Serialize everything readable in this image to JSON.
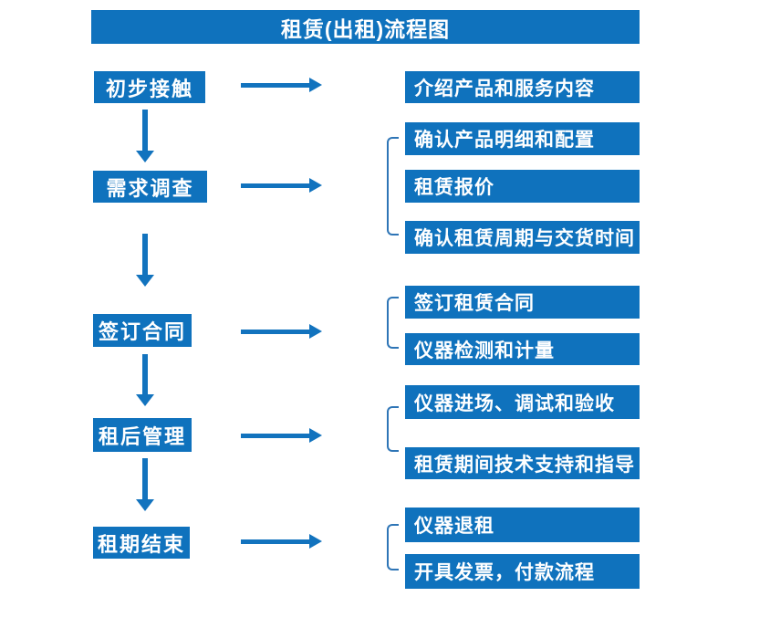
{
  "title": "租赁(出租)流程图",
  "colors": {
    "box_fill": "#0F72BD",
    "arrow": "#1273BE",
    "bracket": "#2E75B6",
    "box_text": "#FFFFFF",
    "background": "#FFFFFF"
  },
  "stages": [
    {
      "label": "初步接触",
      "outputs": [
        "介绍产品和服务内容"
      ]
    },
    {
      "label": "需求调查",
      "outputs": [
        "确认产品明细和配置",
        "租赁报价",
        "确认租赁周期与交货时间"
      ]
    },
    {
      "label": "签订合同",
      "outputs": [
        "签订租赁合同",
        "仪器检测和计量"
      ]
    },
    {
      "label": "租后管理",
      "outputs": [
        "仪器进场、调试和验收",
        "租赁期间技术支持和指导"
      ]
    },
    {
      "label": "租期结束",
      "outputs": [
        "仪器退租",
        "开具发票，付款流程"
      ]
    }
  ]
}
